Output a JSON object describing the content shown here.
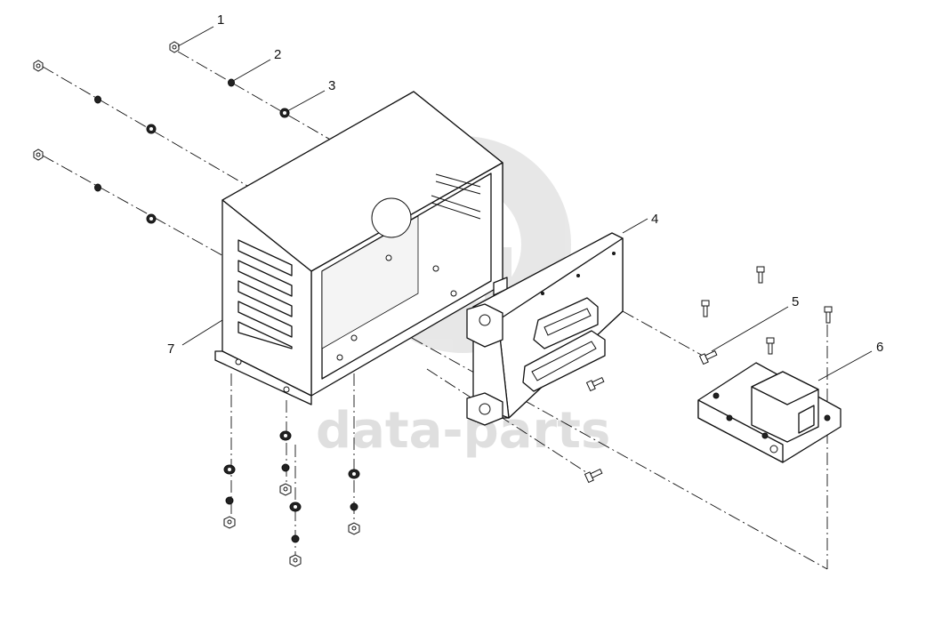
{
  "watermark": {
    "text": "data-parts",
    "color": "#cfcfcf"
  },
  "callouts": [
    {
      "id": "1",
      "label": "1"
    },
    {
      "id": "2",
      "label": "2"
    },
    {
      "id": "3",
      "label": "3"
    },
    {
      "id": "4",
      "label": "4"
    },
    {
      "id": "5",
      "label": "5"
    },
    {
      "id": "6",
      "label": "6"
    },
    {
      "id": "7",
      "label": "7"
    }
  ]
}
